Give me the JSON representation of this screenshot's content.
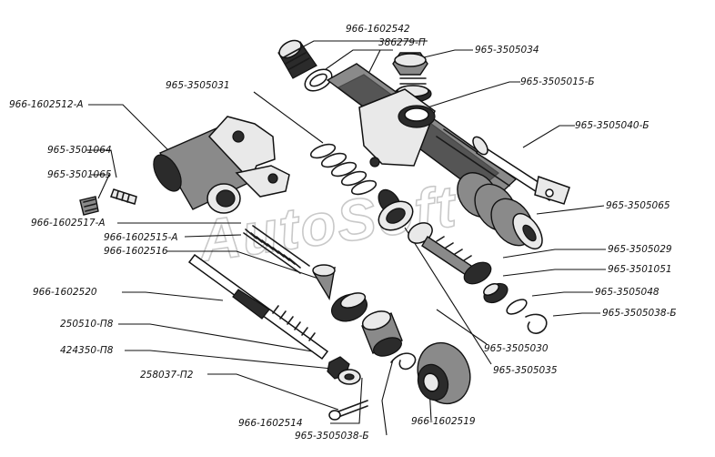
{
  "watermark": "AutoSoft",
  "labels": [
    {
      "id": "l01",
      "text": "966-1602542"
    },
    {
      "id": "l02",
      "text": "386279-П"
    },
    {
      "id": "l03",
      "text": "965-3505034"
    },
    {
      "id": "l04",
      "text": "965-3505031"
    },
    {
      "id": "l05",
      "text": "965-3505015-Б"
    },
    {
      "id": "l06",
      "text": "966-1602512-А"
    },
    {
      "id": "l07",
      "text": "965-3505040-Б"
    },
    {
      "id": "l08",
      "text": "965-3501064"
    },
    {
      "id": "l09",
      "text": "965-3501065"
    },
    {
      "id": "l10",
      "text": "965-3505065"
    },
    {
      "id": "l11",
      "text": "966-1602517-А"
    },
    {
      "id": "l12",
      "text": "966-1602515-А"
    },
    {
      "id": "l13",
      "text": "966-1602516"
    },
    {
      "id": "l14",
      "text": "965-3505029"
    },
    {
      "id": "l15",
      "text": "965-3501051"
    },
    {
      "id": "l16",
      "text": "966-1602520"
    },
    {
      "id": "l17",
      "text": "965-3505048"
    },
    {
      "id": "l18",
      "text": "965-3505038-Б"
    },
    {
      "id": "l19",
      "text": "250510-П8"
    },
    {
      "id": "l20",
      "text": "424350-П8"
    },
    {
      "id": "l21",
      "text": "965-3505030"
    },
    {
      "id": "l22",
      "text": "965-3505035"
    },
    {
      "id": "l23",
      "text": "258037-П2"
    },
    {
      "id": "l24",
      "text": "966-1602514"
    },
    {
      "id": "l25",
      "text": "966-1602519"
    },
    {
      "id": "l26",
      "text": "965-3505038-Б"
    }
  ]
}
